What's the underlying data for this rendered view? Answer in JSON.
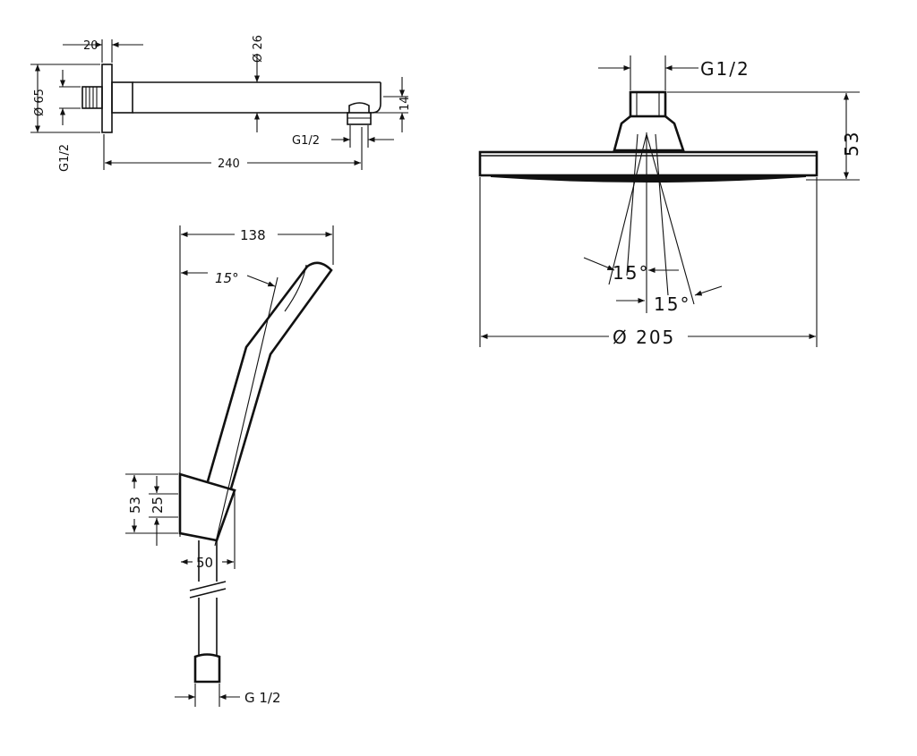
{
  "arm_drawing": {
    "dim_flange_width": "20",
    "dim_arm_diameter": "Ø 26",
    "dim_flange_diameter": "Ø 65",
    "dim_inlet_thread": "G1/2",
    "dim_outlet_thread": "G1/2",
    "dim_outlet_height": "14",
    "dim_arm_length": "240"
  },
  "head_drawing": {
    "dim_thread": "G1/2",
    "dim_height": "53",
    "dim_angle_left": "15°",
    "dim_angle_right": "15°",
    "dim_diameter": "Ø 205"
  },
  "hand_shower_drawing": {
    "dim_width": "138",
    "dim_angle": "15°",
    "dim_holder_height": "53",
    "dim_holder_half": "25",
    "dim_holder_width": "50",
    "dim_hose_thread": "G 1/2"
  }
}
